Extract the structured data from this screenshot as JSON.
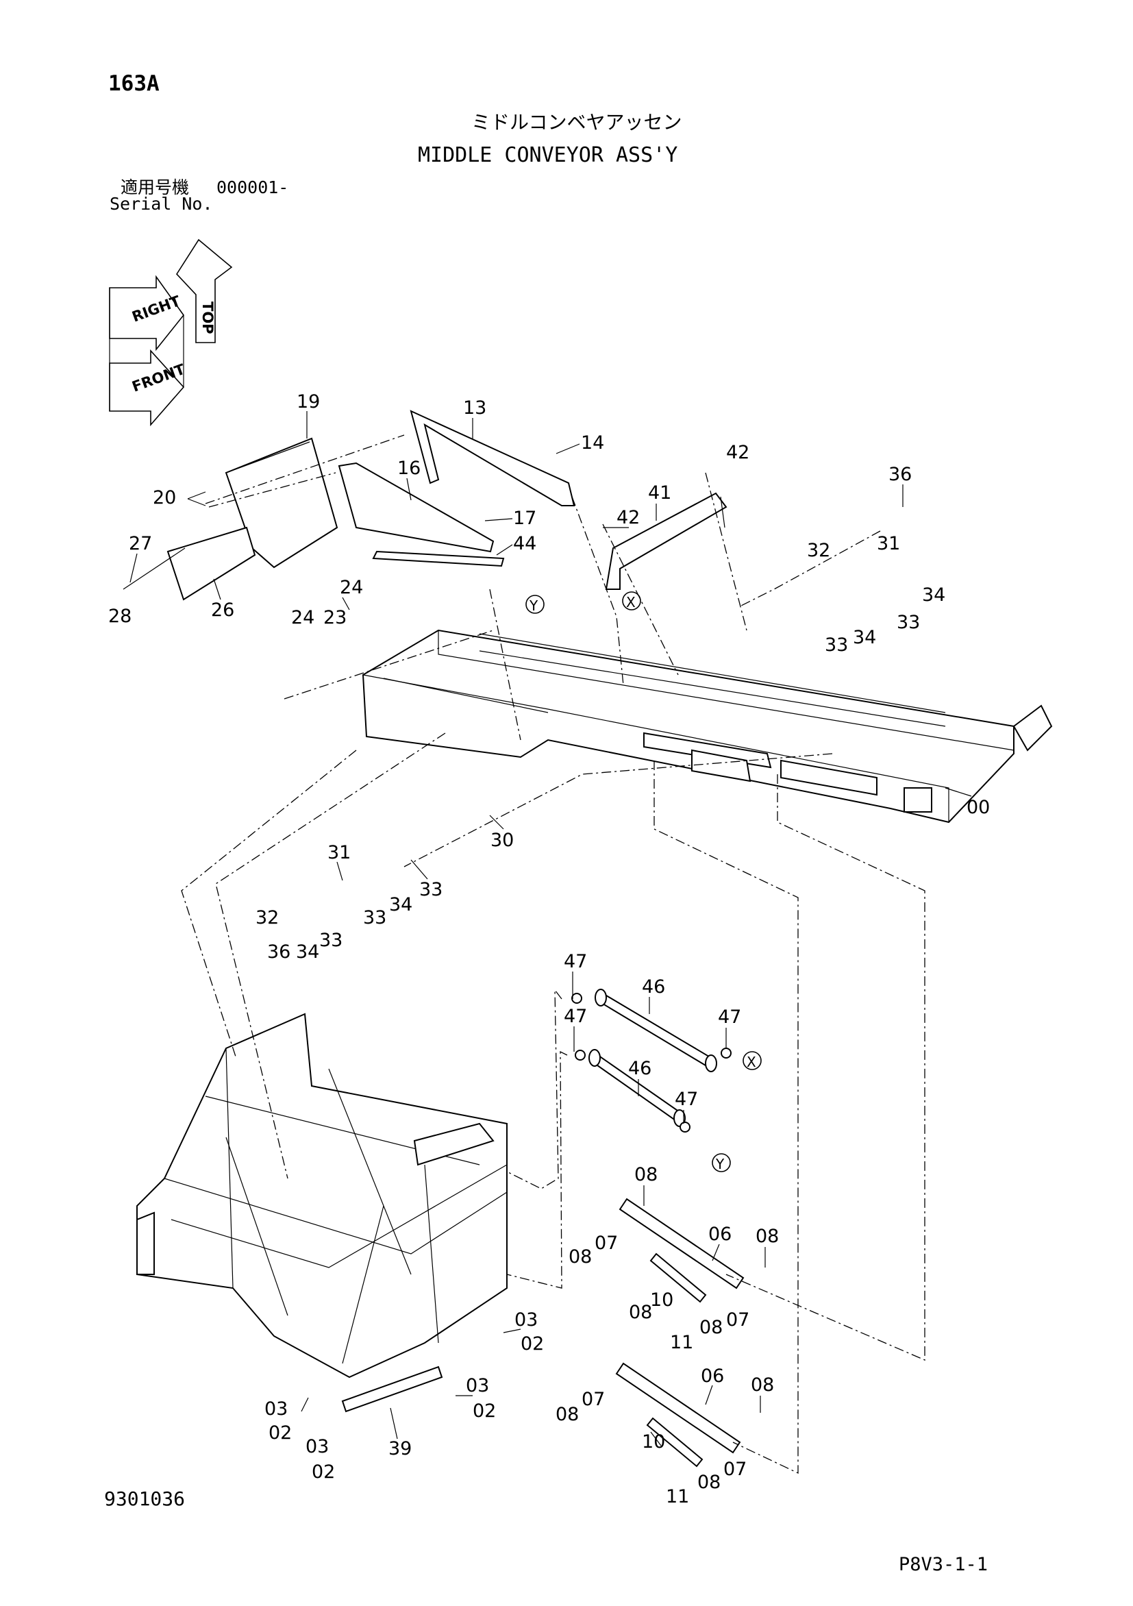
{
  "page_code": "163A",
  "title_kana": "ミドルコンベヤアッセン",
  "title": "MIDDLE CONVEYOR ASS'Y",
  "serial": {
    "label_jp": "適用号機",
    "label_en": "Serial No.",
    "value": "000001-"
  },
  "orientation_labels": {
    "top": "TOP",
    "right": "RIGHT",
    "front": "FRONT"
  },
  "markers": {
    "x": "X",
    "y": "Y"
  },
  "drawing_number": "9301036",
  "page_ref": "P8V3-1-1",
  "callouts": {
    "c19": "19",
    "c13": "13",
    "c14": "14",
    "c42a": "42",
    "c41": "41",
    "c42b": "42",
    "c36a": "36",
    "c20": "20",
    "c16": "16",
    "c17": "17",
    "c44": "44",
    "c27": "27",
    "c28": "28",
    "c26": "26",
    "c31a": "31",
    "c32a": "32",
    "c34a": "34",
    "c33a": "33",
    "c33b": "33",
    "c34b": "34",
    "c24a": "24",
    "c24b": "24",
    "c23": "23",
    "c00": "00",
    "c30": "30",
    "c31b": "31",
    "c33c": "33",
    "c34c": "34",
    "c33d": "33",
    "c32b": "32",
    "c36b": "36",
    "c34d": "34",
    "c33e": "33",
    "c47a": "47",
    "c46a": "46",
    "c47b": "47",
    "c47c": "47",
    "c46b": "46",
    "c47d": "47",
    "c08a": "08",
    "c08b": "08",
    "c07a": "07",
    "c06a": "06",
    "c08c": "08",
    "c10a": "10",
    "c08d": "08",
    "c11a": "11",
    "c08e": "08",
    "c07b": "07",
    "c03a": "03",
    "c02a": "02",
    "c03b": "03",
    "c02b": "02",
    "c03c": "03",
    "c02c": "02",
    "c03d": "03",
    "c02d": "02",
    "c39": "39",
    "c06b": "06",
    "c08f": "08",
    "c07c": "07",
    "c08g": "08",
    "c10b": "10",
    "c11b": "11",
    "c08h": "08",
    "c07d": "07"
  }
}
